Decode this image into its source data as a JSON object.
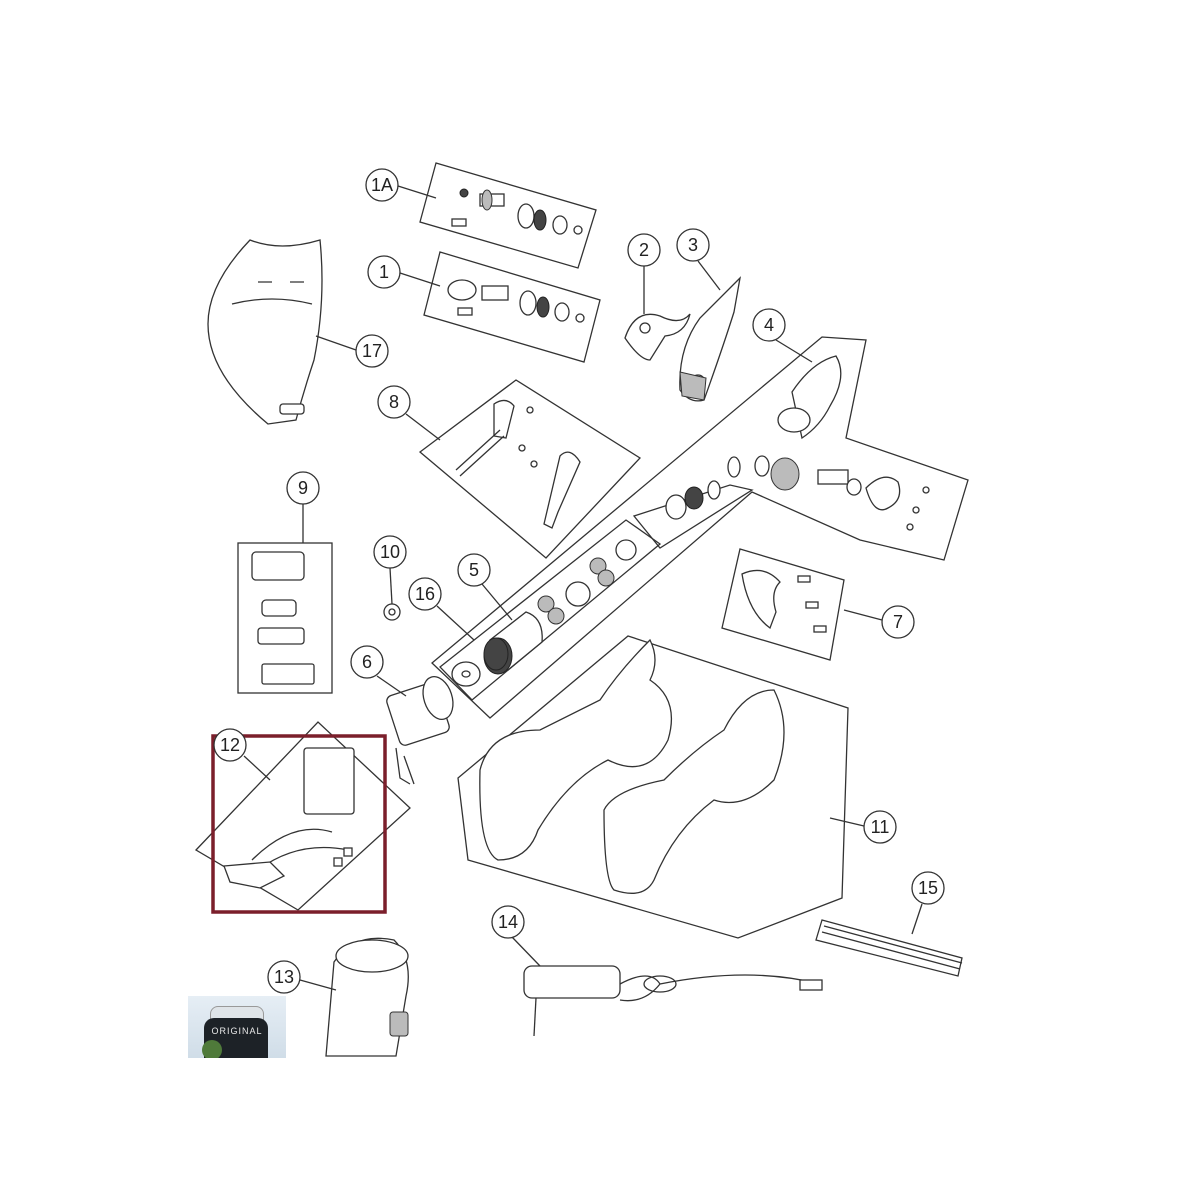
{
  "callouts": [
    {
      "id": "1A"
    },
    {
      "id": "1"
    },
    {
      "id": "2"
    },
    {
      "id": "3"
    },
    {
      "id": "4"
    },
    {
      "id": "5"
    },
    {
      "id": "6"
    },
    {
      "id": "7"
    },
    {
      "id": "8"
    },
    {
      "id": "9"
    },
    {
      "id": "10"
    },
    {
      "id": "11"
    },
    {
      "id": "12"
    },
    {
      "id": "13"
    },
    {
      "id": "14"
    },
    {
      "id": "15"
    },
    {
      "id": "16"
    },
    {
      "id": "17"
    }
  ],
  "highlight": {
    "part": "12",
    "color": "#7b1f2b"
  },
  "photo": {
    "brand": "ORIGINAL"
  }
}
